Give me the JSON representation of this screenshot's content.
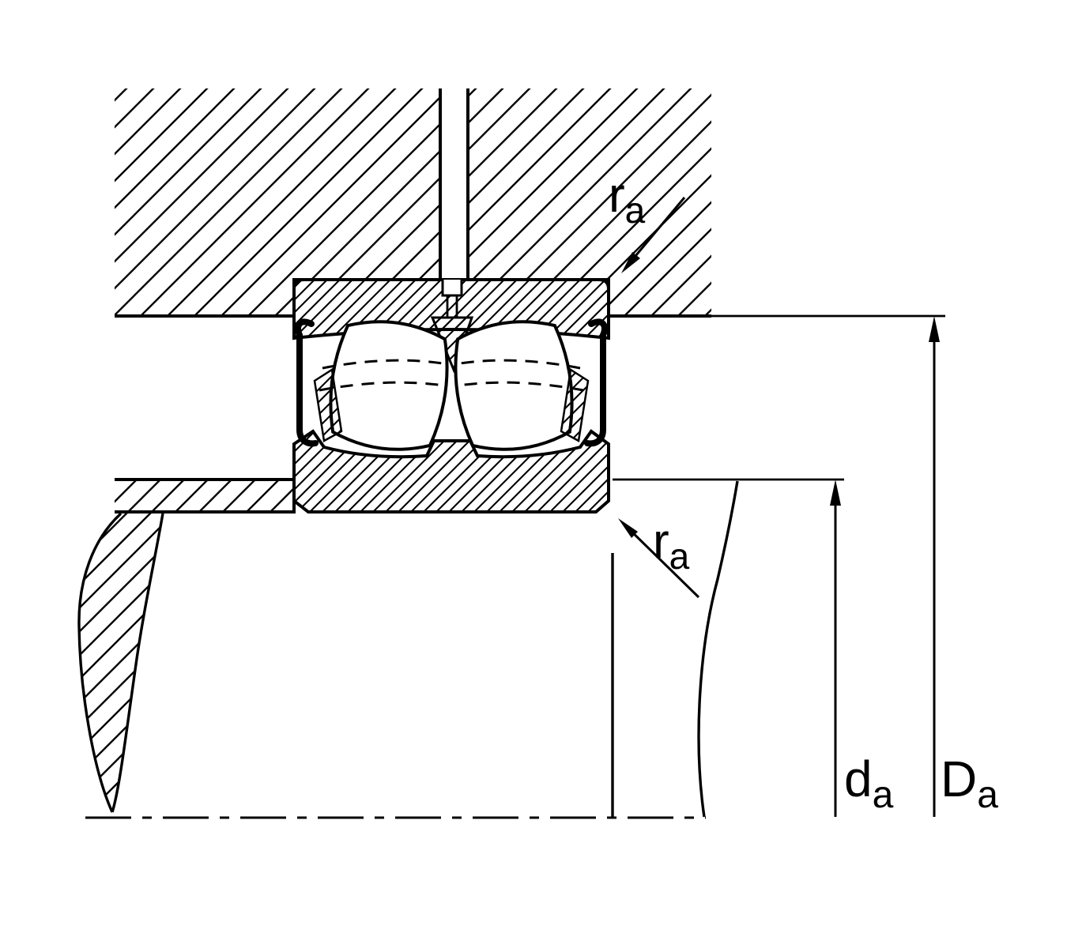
{
  "colors": {
    "line": "#000000",
    "background": "#ffffff"
  },
  "labels": {
    "fillet_radius_top": {
      "base": "r",
      "sub": "a"
    },
    "fillet_radius_bottom": {
      "base": "r",
      "sub": "a"
    },
    "shaft_abutment_diameter": {
      "base": "d",
      "sub": "a"
    },
    "housing_abutment_diameter": {
      "base": "D",
      "sub": "a"
    }
  }
}
